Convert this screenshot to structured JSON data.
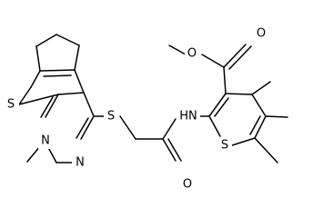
{
  "atoms": {
    "thiophene_ring_s": "S",
    "pyrimidine_n_top": "N",
    "pyrimidine_n_bottom": "N",
    "thioether_s": "S",
    "amide_nh": "HN",
    "amide_o": "O",
    "ester_o_carbonyl": "O",
    "ester_o_single": "O",
    "right_thiophene_s": "S"
  },
  "colors": {
    "bond": "#000000",
    "label": "#000000",
    "background": "#ffffff"
  }
}
